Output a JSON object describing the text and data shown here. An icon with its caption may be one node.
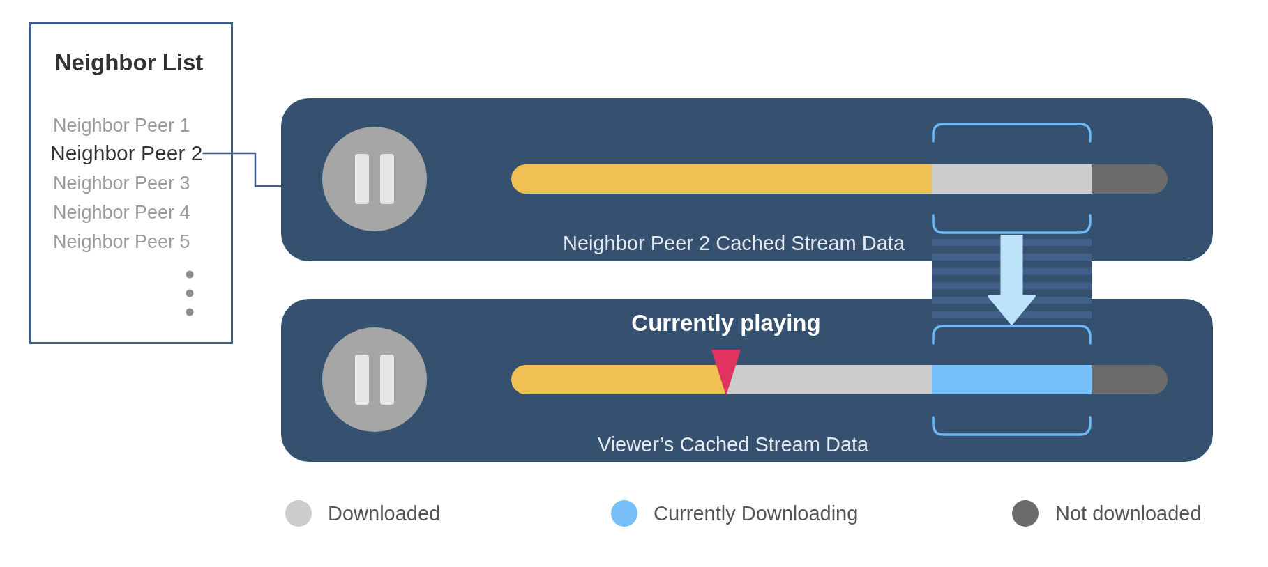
{
  "diagram": {
    "nodes": [
      {
        "text": [
          "Neighbor List"
        ]
      },
      {
        "text": [
          "Neighbor Peer 1"
        ],
        "in": 0
      },
      {
        "text": [
          "Neighbor Peer 2"
        ],
        "in": 0
      },
      {
        "text": [
          "Neighbor Peer 3"
        ],
        "in": 0
      },
      {
        "text": [
          "Neighbor Peer 4"
        ],
        "in": 0
      },
      {
        "text": [
          "Neighbor Peer 5"
        ],
        "in": 0
      },
      {
        "text": [
          "Neighbor Peer 2 Cached Stream Data"
        ]
      },
      {
        "text": [],
        "shape": "bracket",
        "in": 6
      },
      {
        "text": [
          "Currently playing",
          "Viewer’s Cached Stream Data"
        ]
      },
      {
        "text": [],
        "shape": "bracket",
        "in": 8
      }
    ],
    "edges": [
      {
        "from": 2,
        "to": 6,
        "arrow": "none"
      },
      {
        "from": 7,
        "to": 9,
        "arrow": "to",
        "style": "thick",
        "color": "#bde3fa"
      }
    ],
    "legend": [
      {
        "text": "Downloaded",
        "color": "#cccccc"
      },
      {
        "text": "Currently Downloading",
        "color": "#77bff8"
      },
      {
        "text": "Not downloaded",
        "color": "#6b6b6b"
      }
    ]
  }
}
